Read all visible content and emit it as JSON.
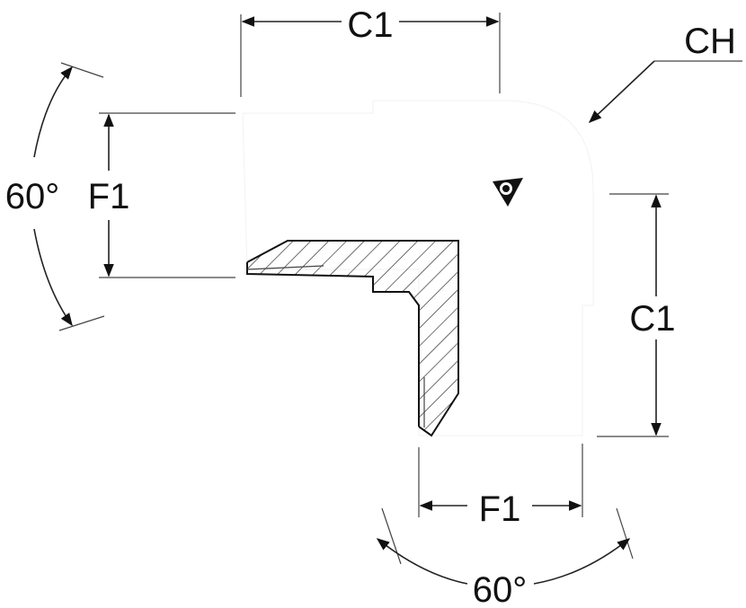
{
  "labels": {
    "c1_top": "C1",
    "c1_right": "C1",
    "f1_left": "F1",
    "f1_bottom": "F1",
    "ch": "CH",
    "angle_left": "60°",
    "angle_bottom": "60°"
  },
  "logo": {
    "icon": "manufacturer-logo-icon"
  }
}
